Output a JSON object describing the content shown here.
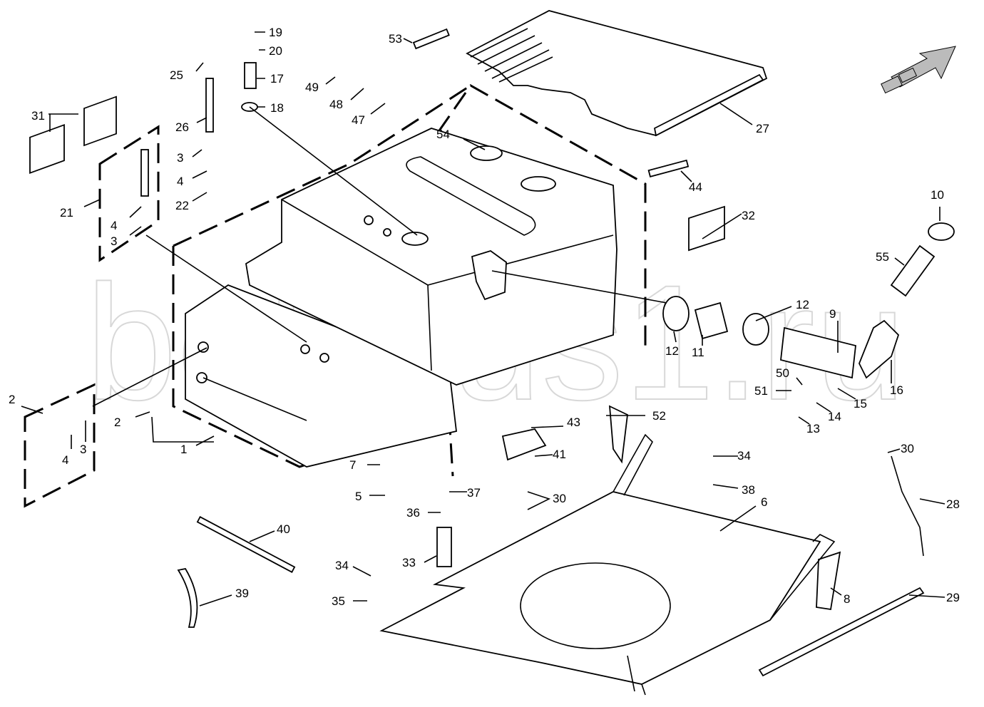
{
  "watermark": "belarus1.ru",
  "labels": [
    "19",
    "20",
    "53",
    "25",
    "17",
    "49",
    "48",
    "18",
    "47",
    "31",
    "26",
    "27",
    "54",
    "3",
    "4",
    "44",
    "22",
    "21",
    "32",
    "10",
    "4",
    "3",
    "55",
    "12",
    "9",
    "12",
    "11",
    "50",
    "51",
    "16",
    "15",
    "14",
    "13",
    "2",
    "2",
    "52",
    "43",
    "1",
    "34",
    "41",
    "30",
    "4",
    "3",
    "7",
    "37",
    "30",
    "38",
    "28",
    "5",
    "6",
    "36",
    "40",
    "33",
    "34",
    "39",
    "29",
    "8",
    "35"
  ],
  "direction_arrow_icon": "arrow-up-right-icon",
  "colors": {
    "line": "#000000",
    "watermark": "#d8d8d8"
  }
}
